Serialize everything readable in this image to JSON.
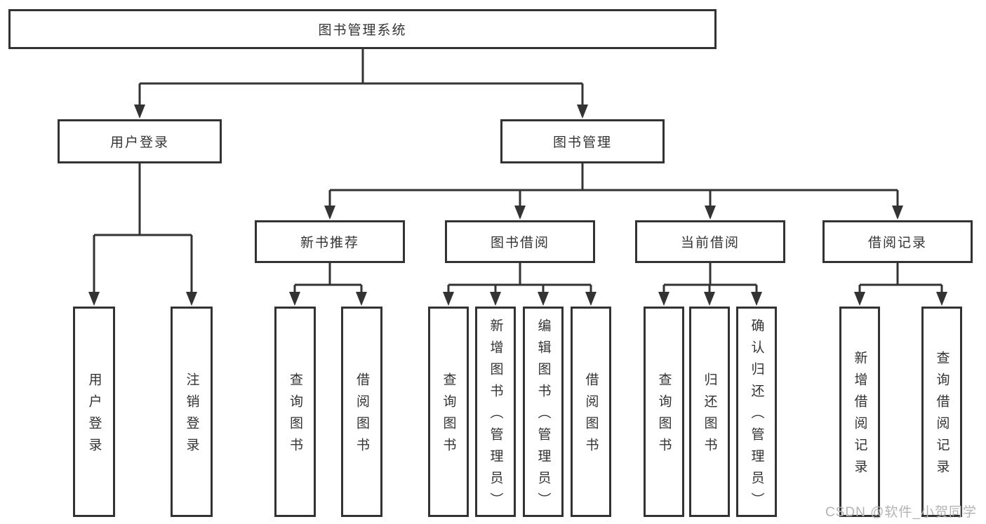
{
  "root": {
    "label": "图书管理系统"
  },
  "branches": [
    {
      "label": "用户登录",
      "children": [
        {
          "label": "用户登录"
        },
        {
          "label": "注销登录"
        }
      ]
    },
    {
      "label": "图书管理",
      "children": [
        {
          "label": "新书推荐",
          "children": [
            {
              "label": "查询图书"
            },
            {
              "label": "借阅图书"
            }
          ]
        },
        {
          "label": "图书借阅",
          "children": [
            {
              "label": "查询图书"
            },
            {
              "label": "新增图书（管理员）"
            },
            {
              "label": "编辑图书（管理员）"
            },
            {
              "label": "借阅图书"
            }
          ]
        },
        {
          "label": "当前借阅",
          "children": [
            {
              "label": "查询图书"
            },
            {
              "label": "归还图书"
            },
            {
              "label": "确认归还（管理员）"
            }
          ]
        },
        {
          "label": "借阅记录",
          "children": [
            {
              "label": "新增借阅记录"
            },
            {
              "label": "查询借阅记录"
            }
          ]
        }
      ]
    }
  ],
  "colors": {
    "line": "#333333",
    "background": "#ffffff",
    "watermark": "#b3b3b3"
  },
  "watermark": "CSDN @软件_小贺同学"
}
